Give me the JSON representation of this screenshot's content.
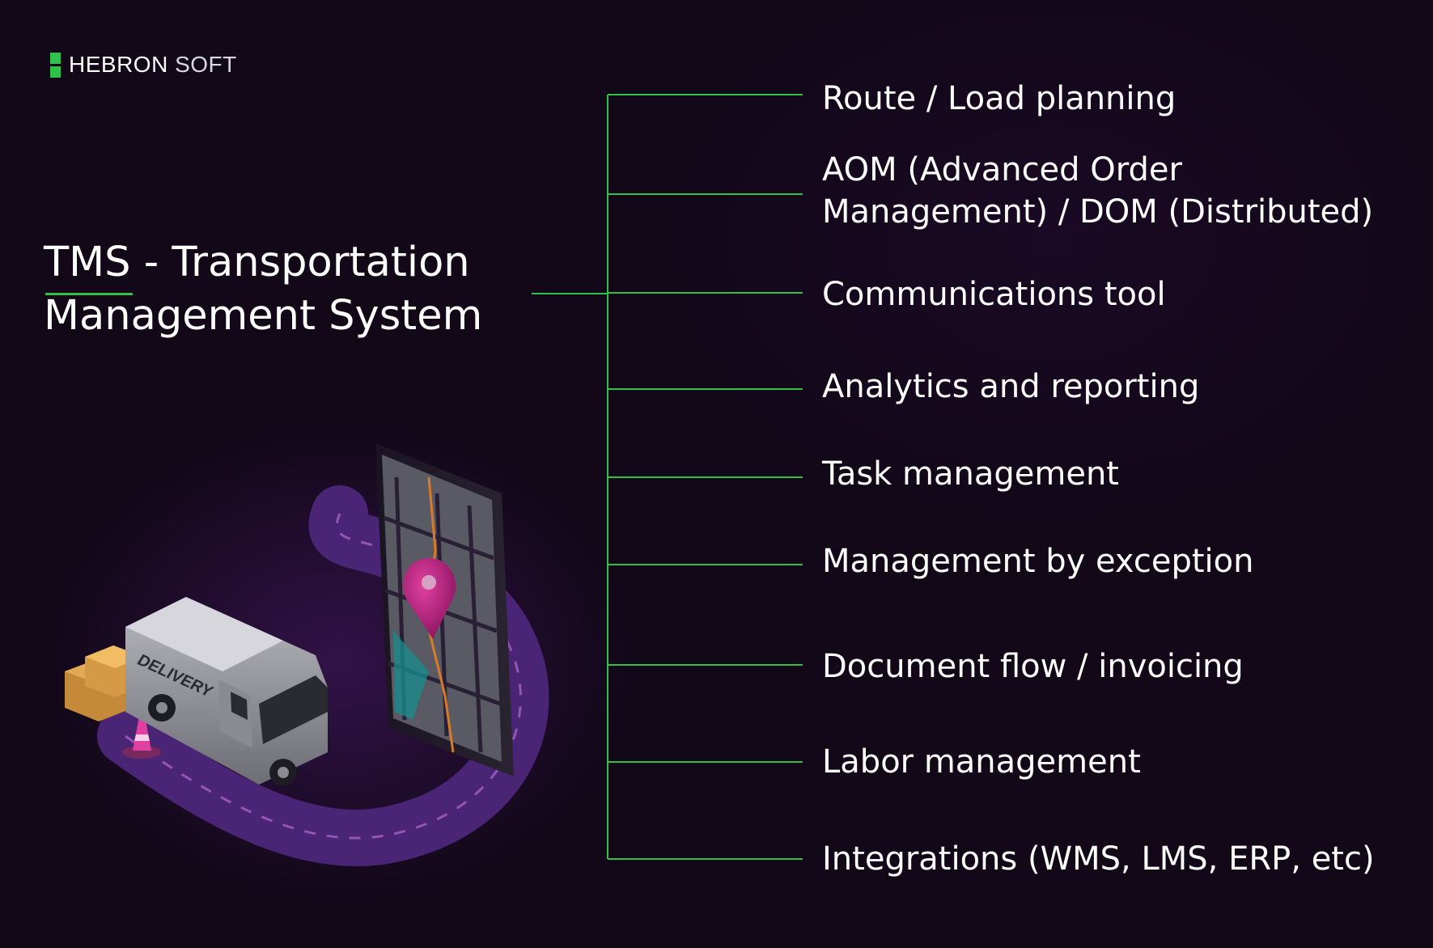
{
  "logo": {
    "brand": "HEBRON",
    "suffix": "SOFT"
  },
  "title": {
    "line1": "TMS - Transportation",
    "line2": "Management System"
  },
  "features": [
    {
      "id": "route",
      "lines": [
        "Route / Load planning"
      ]
    },
    {
      "id": "aom",
      "lines": [
        "AOM (Advanced Order",
        "Management) / DOM (Distributed)"
      ]
    },
    {
      "id": "comms",
      "lines": [
        "Communications tool"
      ]
    },
    {
      "id": "analytics",
      "lines": [
        "Analytics and reporting"
      ]
    },
    {
      "id": "tasks",
      "lines": [
        "Task management"
      ]
    },
    {
      "id": "exception",
      "lines": [
        "Management by exception"
      ]
    },
    {
      "id": "docs",
      "lines": [
        "Document flow / invoicing"
      ]
    },
    {
      "id": "labor",
      "lines": [
        "Labor management"
      ]
    },
    {
      "id": "integrations",
      "lines": [
        "Integrations (WMS, LMS, ERP, etc)"
      ]
    }
  ],
  "illustration": {
    "van_text": "DELIVERY"
  },
  "colors": {
    "accent": "#2fc14a",
    "background": "#120818",
    "text": "#ffffff",
    "road": "#4a2475",
    "pin": "#c0208a"
  }
}
